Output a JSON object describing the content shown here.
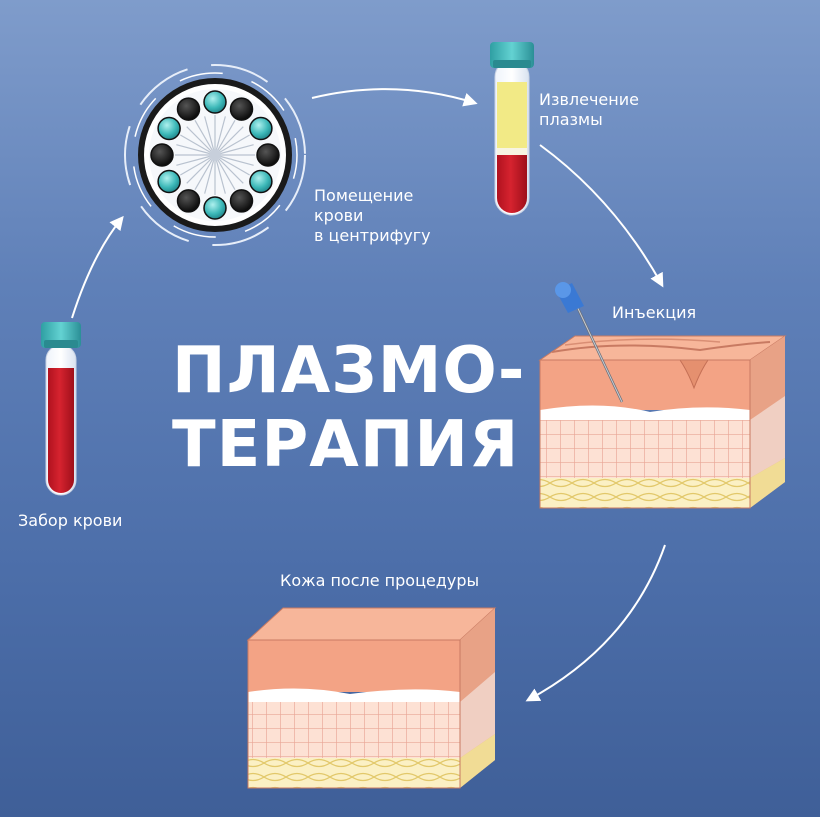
{
  "title": {
    "line1": "ПЛАЗМО-",
    "line2": "ТЕРАПИЯ"
  },
  "steps": {
    "blood_draw": "Забор крови",
    "centrifuge": [
      "Помещение",
      "крови",
      "в центрифугу"
    ],
    "plasma": [
      "Извлечение",
      "плазмы"
    ],
    "injection": "Инъекция",
    "after": "Кожа после процедуры"
  },
  "colors": {
    "background": "#5f80b8",
    "blood": "#c41a2a",
    "plasma": "#f1ea8a",
    "cap": "#4fc3c3",
    "skin_top": "#f4a98a",
    "skin_mid": "#fde0d2",
    "fat": "#f6e3a0"
  }
}
